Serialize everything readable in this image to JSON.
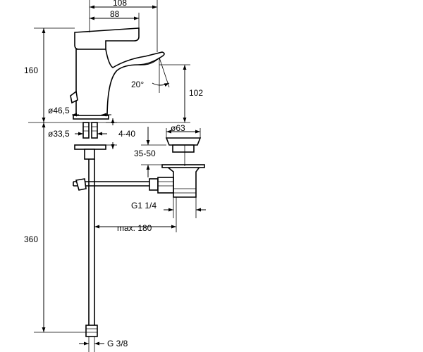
{
  "dimensions": {
    "total_width": "108",
    "lever_width": "88",
    "height_top": "160",
    "spout_angle": "20°",
    "spout_height": "102",
    "base_diameter": "ø46,5",
    "shank_diameter": "ø33,5",
    "deck_thickness": "4-40",
    "waste_diameter": "ø63",
    "waste_depth": "35-50",
    "waste_thread": "G1 1/4",
    "pull_rod_length": "max. 180",
    "hose_length": "360",
    "hose_thread": "G 3/8"
  }
}
